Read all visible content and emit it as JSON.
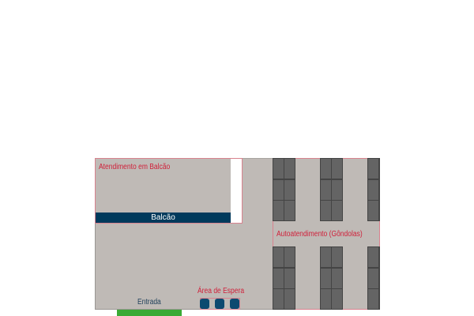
{
  "labels": {
    "counter_zone": "Atendimento em Balcão",
    "counter": "Balcão",
    "self_service": "Autoatendimento (Gôndolas)",
    "waiting_area": "Área de Espera",
    "entrance": "Entrada"
  },
  "colors": {
    "floor": "#bfbab6",
    "counter": "#003a5c",
    "label": "#d0203a",
    "shelf": "#646464",
    "entrance": "#3aaa35",
    "chair": "#0d4a70"
  }
}
